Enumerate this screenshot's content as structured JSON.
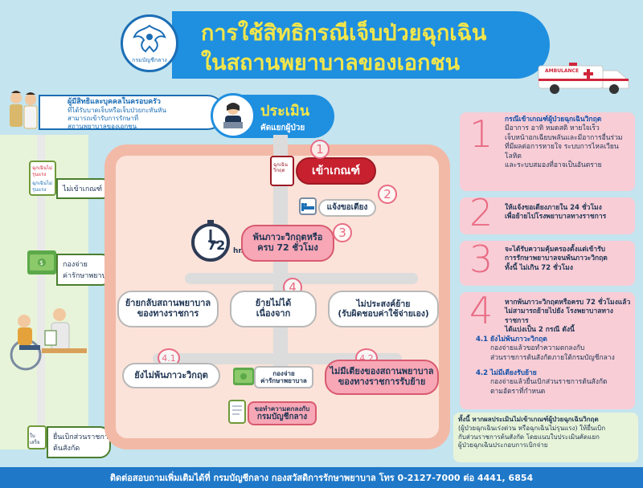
{
  "header": {
    "logo_text": "กรมบัญชีกลาง",
    "title_line1": "การใช้สิทธิกรณีเจ็บป่วยฉุกเฉิน",
    "title_line2": "ในสถานพยาบาลของเอกชน",
    "ambulance_label": "AMBULANCE"
  },
  "intro": {
    "people_text_1": "ผู้มีสิทธิและบุคคลในครอบครัว",
    "people_text_2": "ที่ได้รับบาดเจ็บหรือเจ็บป่วยกะทันหัน",
    "people_text_3": "สามารถเข้ารับการรักษาที่",
    "people_text_4": "สถานพยาบาลของเอกชน",
    "evaluate_title": "ประเมิน",
    "evaluate_sub": "คัดแยกผู้ป่วย"
  },
  "flow": {
    "doc_emergency": "ฉุกเฉินวิกฤต",
    "meets": "เข้าเกณฑ์",
    "notify": "แจ้งขอเตียง",
    "hours_label": "72",
    "hours_unit": "hr.",
    "past_critical_1": "พ้นภาวะวิกฤตหรือ",
    "past_critical_2": "ครบ 72 ชั่วโมง",
    "move_back_1": "ย้ายกลับสถานพยาบาล",
    "move_back_2": "ของทางราชการ",
    "cannot_move_1": "ย้ายไม่ได้",
    "cannot_move_2": "เนื่องจาก",
    "no_wish_1": "ไม่ประสงค์ย้าย",
    "no_wish_2": "(รับผิดชอบค่าใช้จ่ายเอง)",
    "not_past": "ยังไม่พ้นภาวะวิกฤต",
    "pay_fee_1": "กองจ่าย",
    "pay_fee_2": "ค่ารักษาพยาบาล",
    "no_bed_1": "ไม่มีเตียงของสถานพยาบาล",
    "no_bed_2": "ของทางราชการรับย้าย",
    "agreement_1": "ขอทำความตกลงกับ",
    "agreement_2": "กรมบัญชีกลาง",
    "num1": "1",
    "num2": "2",
    "num3": "3",
    "num4": "4",
    "num41": "4.1",
    "num42": "4.2"
  },
  "left": {
    "doc1": "ฉุกเฉินไม่รุนแรง",
    "doc2": "ฉุกเฉินไม่รุนแรง",
    "not_meet": "ไม่เข้าเกณฑ์",
    "pay_1": "กองจ่าย",
    "pay_2": "ค่ารักษาพยาบาล",
    "invoice": "ใบเสร็จ",
    "submit_1": "ยื่นเบิกส่วนราชการ",
    "submit_2": "ต้นสังกัด"
  },
  "right": {
    "c1_lines": [
      "กรณีเข้าเกณฑ์ผู้ป่วยฉุกเฉินวิกฤต",
      "มีอาการ อาทิ หมดสติ หายใจเร็ว",
      "เจ็บหน้าอกเฉียบพลันและมีอาการอื่นร่วม",
      "ที่มีผลต่อการหายใจ ระบบการไหลเวียนโลหิต",
      "และระบบสมองที่อาจเป็นอันตราย"
    ],
    "c2_lines": [
      "ให้แจ้งขอเตียงภายใน 24 ชั่วโมง",
      "เพื่อย้ายไปโรงพยาบาลทางราชการ"
    ],
    "c3_lines": [
      "จะได้รับความคุ้มครองตั้งแต่เข้ารับ",
      "การรักษาพยาบาลจนพ้นภาวะวิกฤต",
      "ทั้งนี้ ไม่เกิน 72 ชั่วโมง"
    ],
    "c4_lines": [
      "หากพ้นภาวะวิกฤตหรือครบ 72 ชั่วโมงแล้ว",
      "ไม่สามารถย้ายไปยัง โรงพยาบาลทางราชการ",
      "ได้แบ่งเป็น 2 กรณี ดังนี้"
    ],
    "s41_title": "4.1 ยังไม่พ้นภาวะวิกฤต",
    "s41_lines": [
      "กองจ่ายแล้วขอทำความตกลงกับ",
      "ส่วนราชการต้นสังกัดภายใต้กรมบัญชีกลาง"
    ],
    "s42_title": "4.2 ไม่มีเตียงรับย้าย",
    "s42_lines": [
      "กองจ่ายแล้วยื่นเบิกส่วนราชการต้นสังกัด",
      "ตามอัตราที่กำหนด"
    ],
    "note_lines": [
      "ทั้งนี้ หากผลประเมินไม่เข้าเกณฑ์ผู้ป่วยฉุกเฉินวิกฤต",
      "(ผู้ป่วยฉุกเฉินเร่งด่วน หรือฉุกเฉินไม่รุนแรง) ให้ยื่นเบิก",
      "กับส่วนราชการต้นสังกัด โดยแนบใบประเมินคัดแยก",
      "ผู้ป่วยฉุกเฉินประกอบการเบิกจ่าย"
    ]
  },
  "footer": {
    "contact": "ติดต่อสอบถามเพิ่มเติมได้ที่ กรมบัญชีกลาง กองสวัสดิการรักษาพยาบาล โทร 0-2127-7000 ต่อ 4441, 6854"
  },
  "colors": {
    "brand_blue": "#1f8fe0",
    "title_yellow": "#f3e64a",
    "pink": "#f7a7b6",
    "red": "#c7202f",
    "sky": "#c4e4ef"
  }
}
